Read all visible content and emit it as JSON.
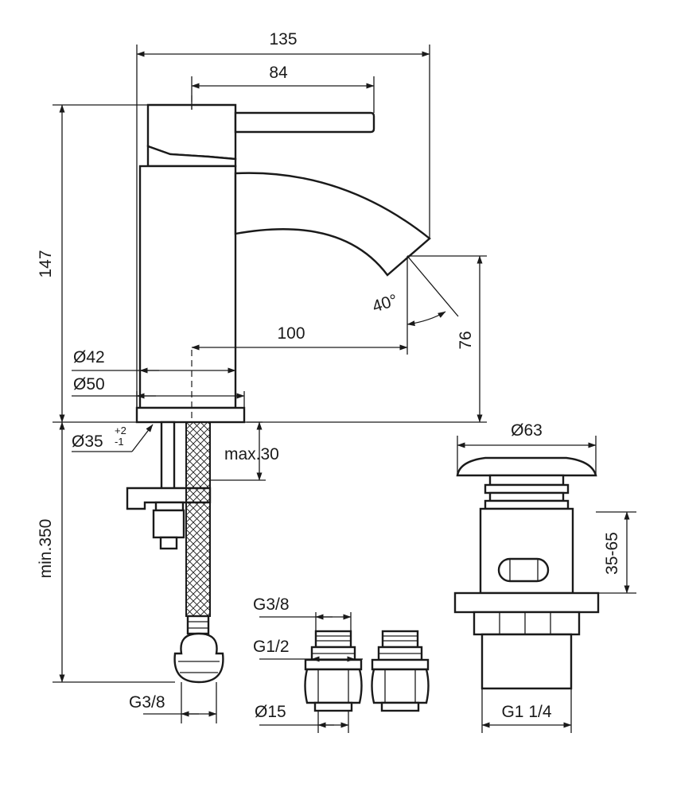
{
  "dimensions": {
    "overall_width": "135",
    "lever_length": "84",
    "overall_height": "147",
    "spout_reach": "100",
    "outlet_height": "76",
    "spray_angle": "40°",
    "body_diameter": "Ø42",
    "base_diameter": "Ø50",
    "hole_diameter": "Ø35",
    "hole_tol_upper": "+2",
    "hole_tol_lower": "-1",
    "deck_thickness": "max.30",
    "hose_length": "min.350",
    "hose_thread": "G3/8",
    "adapter_thread_top": "G3/8",
    "adapter_thread_mid": "G1/2",
    "adapter_pipe_diameter": "Ø15",
    "waste_head_diameter": "Ø63",
    "waste_range": "35-65",
    "waste_thread": "G1 1/4"
  },
  "colors": {
    "ink": "#1a1a1a",
    "paper": "#ffffff"
  }
}
